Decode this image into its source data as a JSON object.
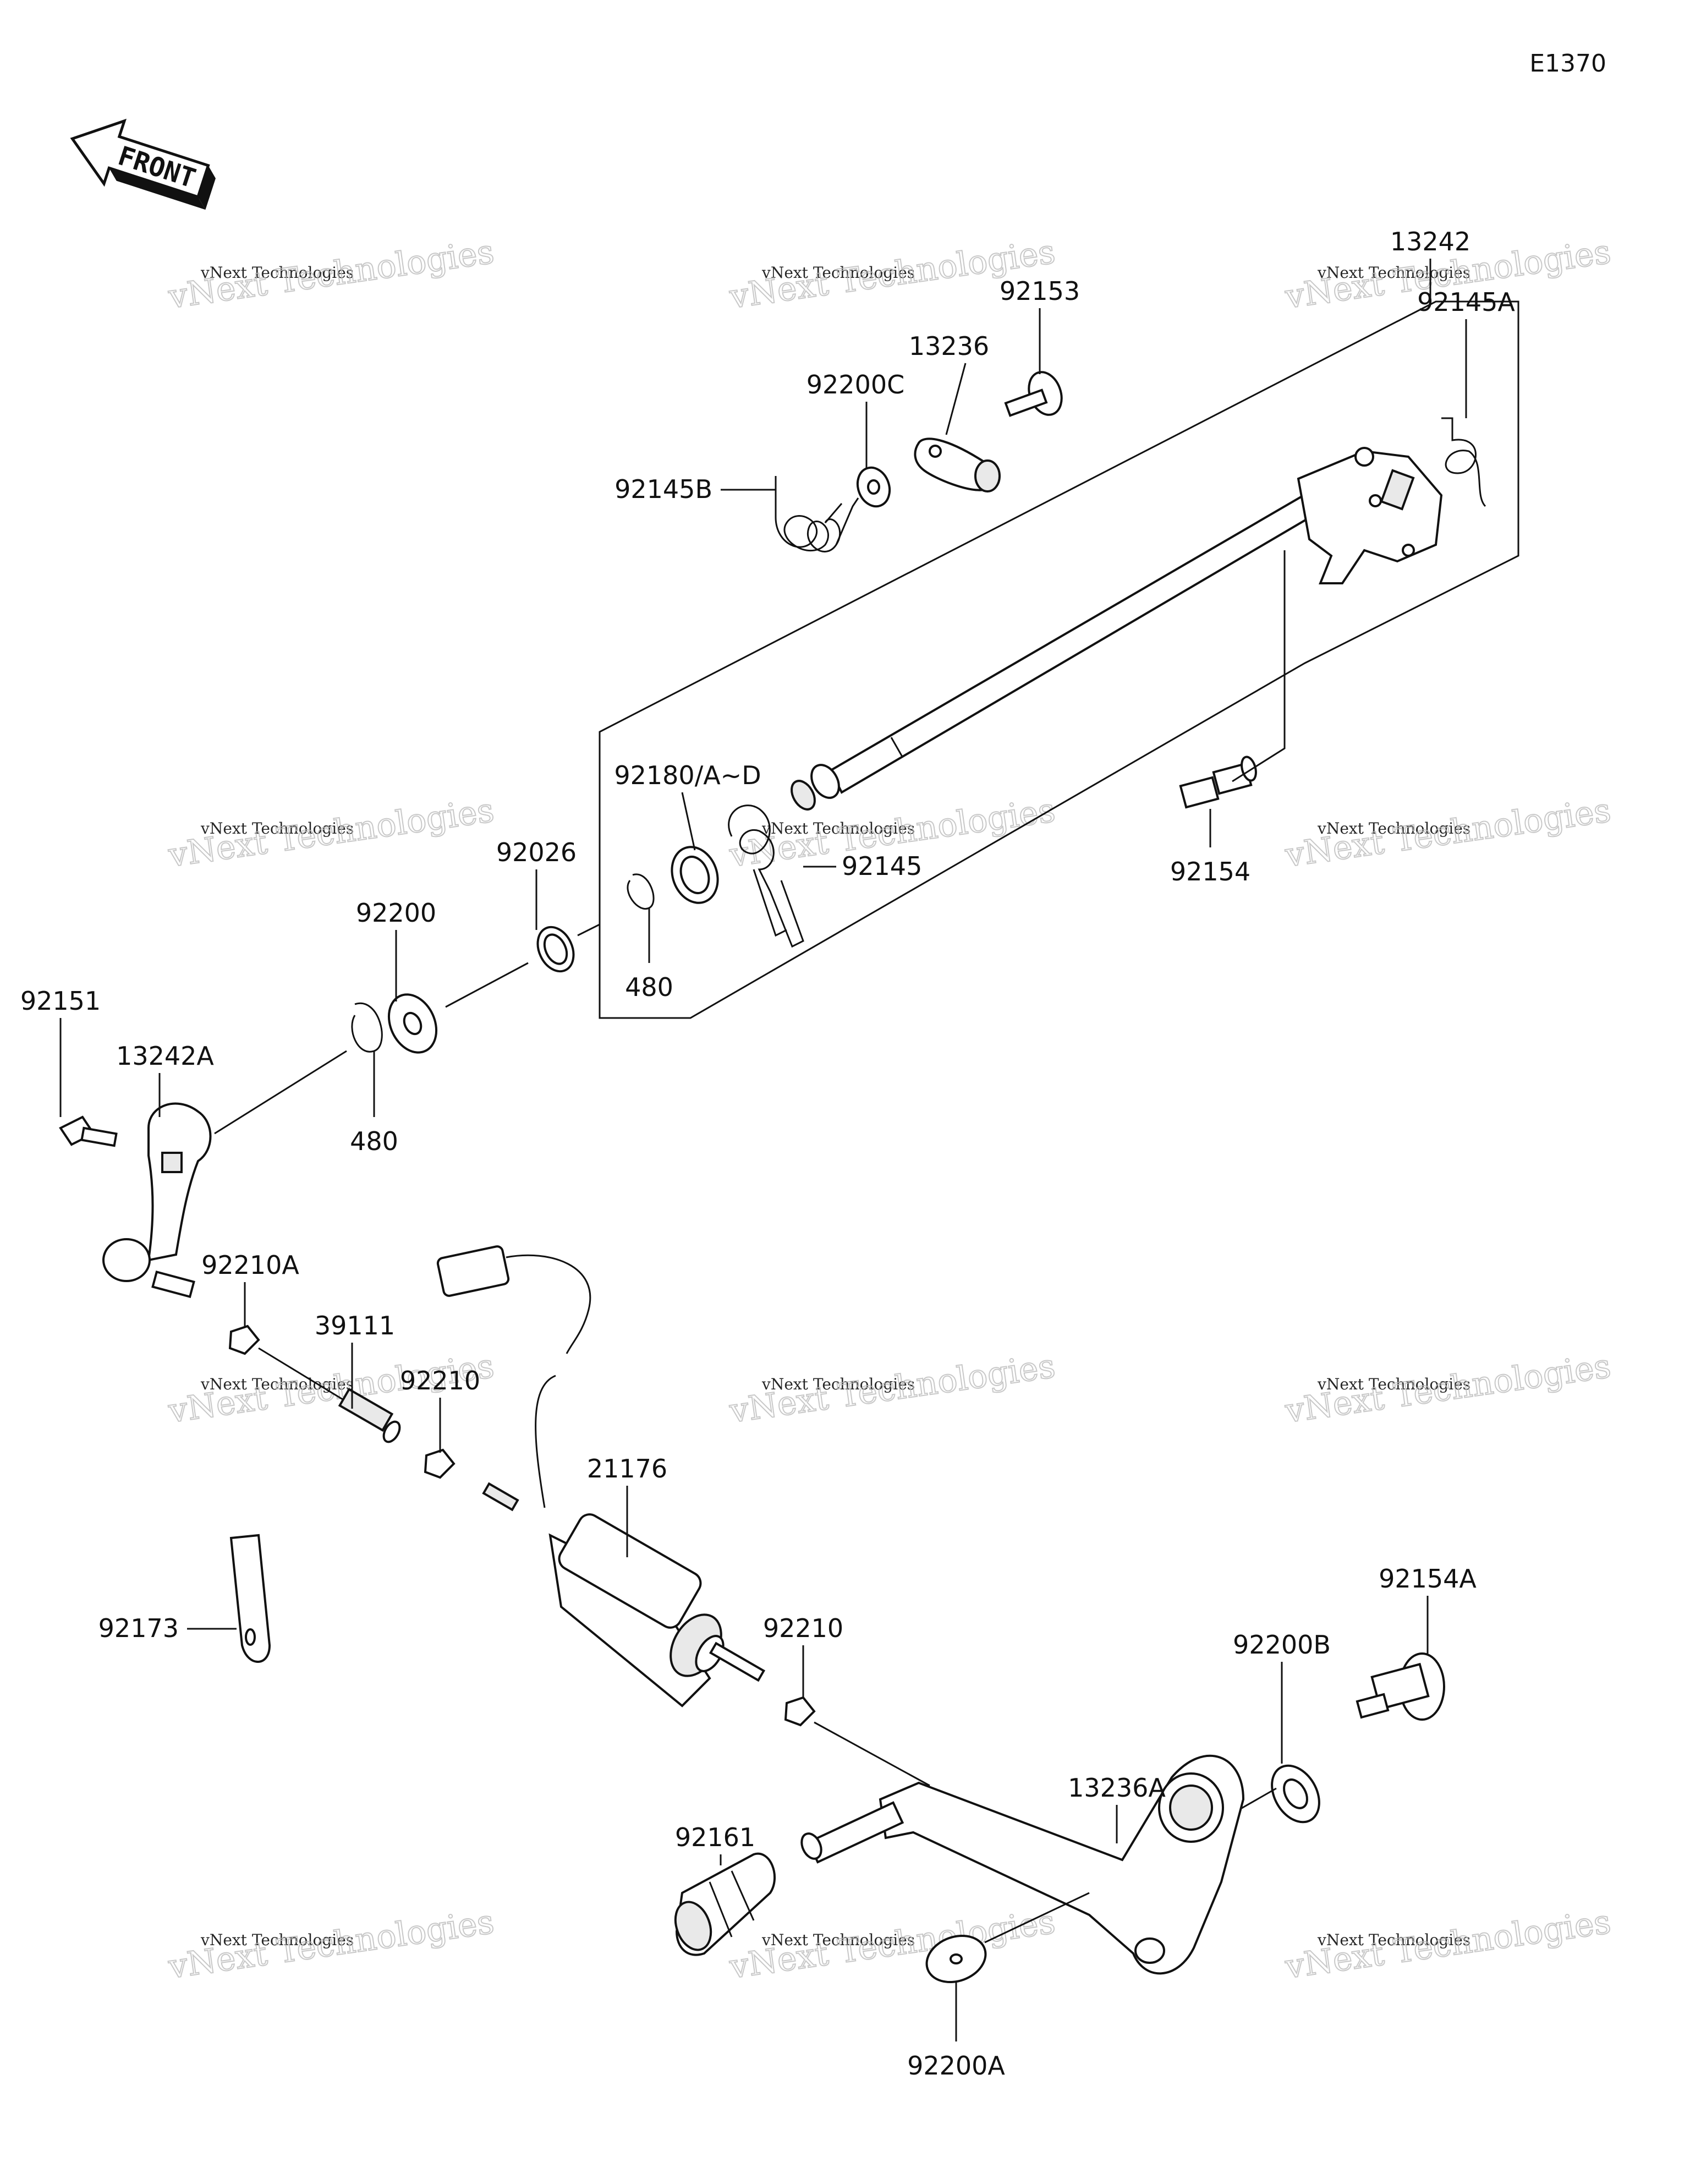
{
  "diagram_code": "E1370",
  "front_arrow": {
    "text": "FRONT",
    "icon": "front-arrow-icon"
  },
  "watermark": {
    "small": "vNext Technologies",
    "big": "vNext Technologies"
  },
  "parts": [
    {
      "id": "p13242",
      "number": "13242"
    },
    {
      "id": "p92153",
      "number": "92153"
    },
    {
      "id": "p92145A",
      "number": "92145A"
    },
    {
      "id": "p13236",
      "number": "13236"
    },
    {
      "id": "p92200C",
      "number": "92200C"
    },
    {
      "id": "p92145B",
      "number": "92145B"
    },
    {
      "id": "p92180",
      "number": "92180/A~D"
    },
    {
      "id": "p92026",
      "number": "92026"
    },
    {
      "id": "p92145",
      "number": "92145"
    },
    {
      "id": "p92154",
      "number": "92154"
    },
    {
      "id": "p92200",
      "number": "92200"
    },
    {
      "id": "p480a",
      "number": "480"
    },
    {
      "id": "p92151",
      "number": "92151"
    },
    {
      "id": "p13242A",
      "number": "13242A"
    },
    {
      "id": "p480b",
      "number": "480"
    },
    {
      "id": "p92210A",
      "number": "92210A"
    },
    {
      "id": "p39111",
      "number": "39111"
    },
    {
      "id": "p92210a",
      "number": "92210"
    },
    {
      "id": "p21176",
      "number": "21176"
    },
    {
      "id": "p92173",
      "number": "92173"
    },
    {
      "id": "p92210b",
      "number": "92210"
    },
    {
      "id": "p92154A",
      "number": "92154A"
    },
    {
      "id": "p92200B",
      "number": "92200B"
    },
    {
      "id": "p13236A",
      "number": "13236A"
    },
    {
      "id": "p92161",
      "number": "92161"
    },
    {
      "id": "p92200A",
      "number": "92200A"
    }
  ]
}
